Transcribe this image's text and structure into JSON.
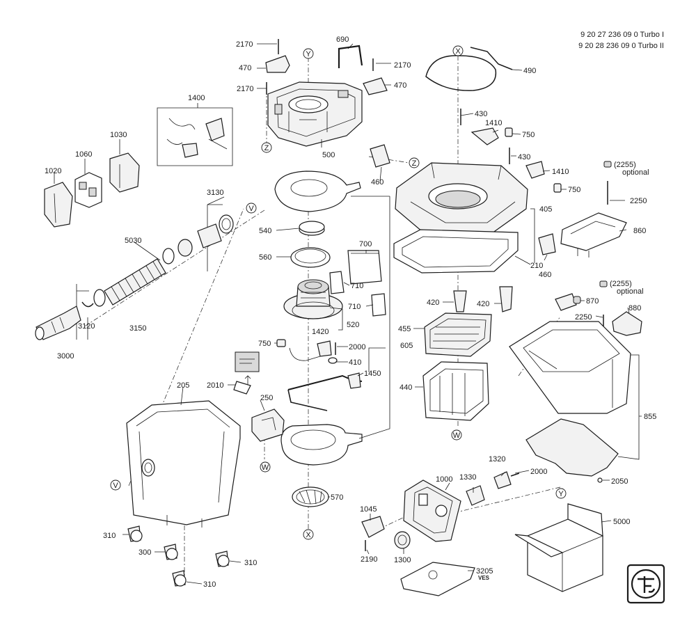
{
  "models": [
    "9 20 27 236 09 0 Turbo I",
    "9 20 28 236 09 0 Turbo II"
  ],
  "labels": {
    "l2170a": "2170",
    "l690": "690",
    "l2170b": "2170",
    "l470a": "470",
    "l470b": "470",
    "l2170c": "2170",
    "l500": "500",
    "l1400": "1400",
    "l1030": "1030",
    "l1060": "1060",
    "l1020": "1020",
    "l3130": "3130",
    "l5030": "5030",
    "l540": "540",
    "l560": "560",
    "l700": "700",
    "l710a": "710",
    "l710b": "710",
    "l520": "520",
    "l1420": "1420",
    "l750a": "750",
    "l2000a": "2000",
    "l410": "410",
    "l1450": "1450",
    "l3120": "3120",
    "l3150": "3150",
    "l3000": "3000",
    "l2010": "2010",
    "l250": "250",
    "l205": "205",
    "l605": "605",
    "l570": "570",
    "l310a": "310",
    "l300": "300",
    "l310b": "310",
    "l310c": "310",
    "l490": "490",
    "l430a": "430",
    "l1410a": "1410",
    "l750b": "750",
    "l430b": "430",
    "l1410b": "1410",
    "l750c": "750",
    "l460a": "460",
    "l405": "405",
    "l210": "210",
    "l460b": "460",
    "l420a": "420",
    "l420b": "420",
    "l455": "455",
    "l440": "440",
    "l2255a": "(2255)",
    "optA": "optional",
    "l2250a": "2250",
    "l860": "860",
    "l2255b": "(2255)",
    "optB": "optional",
    "l870": "870",
    "l880": "880",
    "l2250b": "2250",
    "l855": "855",
    "l2050": "2050",
    "l1320": "1320",
    "l1330": "1330",
    "l2000b": "2000",
    "l1000": "1000",
    "l1045": "1045",
    "l2190": "2190",
    "l1300": "1300",
    "l5000": "5000",
    "l3205": "3205",
    "lVES": "VES"
  },
  "markers": {
    "mY1": "Y",
    "mZ1": "Z",
    "mV1": "V",
    "mV2": "V",
    "mW1": "W",
    "mX1": "X",
    "mX2": "X",
    "mZ2": "Z",
    "mW2": "W",
    "mY2": "Y"
  },
  "logo": {
    "name": "fein-logo"
  },
  "colors": {
    "line": "#1a1a1a",
    "background": "#ffffff"
  }
}
